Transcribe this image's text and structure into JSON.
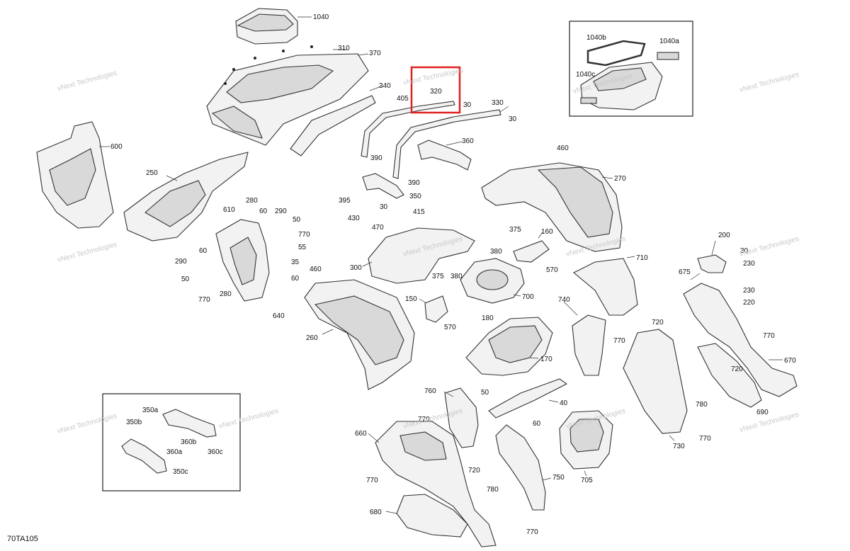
{
  "figure_code": "70TA105",
  "watermark_lines": [
    "vNext",
    "Technologies"
  ],
  "watermark_inline": "vNext Technologies",
  "highlight_color": "#e02020",
  "callouts": {
    "c1040": "1040",
    "c310": "310",
    "c370": "370",
    "c1040b": "1040b",
    "c1040a": "1040a",
    "c1040c": "1040c",
    "c340": "340",
    "c405": "405",
    "c320": "320",
    "c30a": "30",
    "c330": "330",
    "c30b": "30",
    "c600": "600",
    "c460a": "460",
    "c360": "360",
    "c390a": "390",
    "c390b": "390",
    "c270": "270",
    "c250": "250",
    "c395": "395",
    "c350": "350",
    "c30c": "30",
    "c415": "415",
    "c430": "430",
    "c470": "470",
    "c610": "610",
    "c280a": "280",
    "c60a": "60",
    "c290a": "290",
    "c50a": "50",
    "c770a": "770",
    "c55": "55",
    "c375a": "375",
    "c160": "160",
    "c380a": "380",
    "c570a": "570",
    "c290b": "290",
    "c60b": "60",
    "c50b": "50",
    "c770b": "770",
    "c280b": "280",
    "c35": "35",
    "c60c": "60",
    "c640": "640",
    "c300": "300",
    "c460b": "460",
    "c375b": "375",
    "c380b": "380",
    "c700": "700",
    "c150": "150",
    "c570b": "570",
    "c710": "710",
    "c200": "200",
    "c30d": "30",
    "c230a": "230",
    "c675": "675",
    "c230b": "230",
    "c220": "220",
    "c740": "740",
    "c720a": "720",
    "c180": "180",
    "c260": "260",
    "c770c": "770",
    "c170": "170",
    "c770d": "770",
    "c720b": "720",
    "c670": "670",
    "c760": "760",
    "c50c": "50",
    "c40": "40",
    "c780a": "780",
    "c690": "690",
    "c350a": "350a",
    "c350b": "350b",
    "c770e": "770",
    "c60d": "60",
    "c360b": "360b",
    "c360a": "360a",
    "c360c": "360c",
    "c350c": "350c",
    "c660": "660",
    "c705": "705",
    "c730": "730",
    "c770f": "770",
    "c720c": "720",
    "c770g": "770",
    "c750": "750",
    "c780b": "780",
    "c680": "680",
    "c770h": "770"
  }
}
